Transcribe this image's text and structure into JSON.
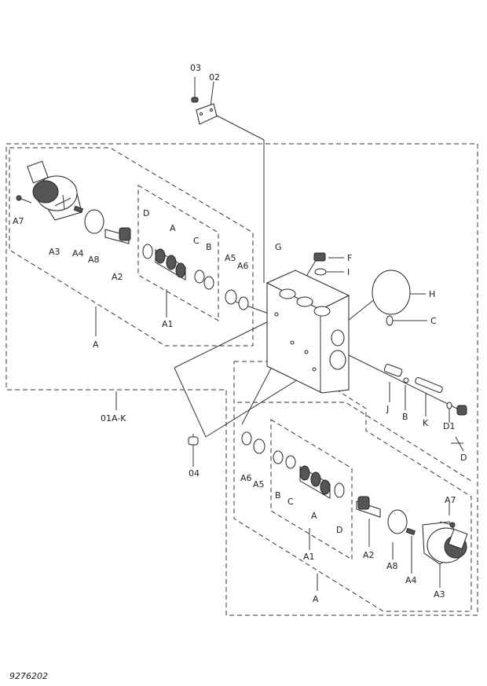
{
  "figure_number": "9276202",
  "labels": {
    "p03": "03",
    "p02": "02",
    "p01": "01A-K",
    "p04": "04",
    "top_a7": "A7",
    "top_a3": "A3",
    "top_a4": "A4",
    "top_a8": "A8",
    "top_a2": "A2",
    "top_d": "D",
    "top_a": "A",
    "top_c": "C",
    "top_b": "B",
    "top_a1": "A1",
    "top_a5": "A5",
    "top_a6": "A6",
    "top_group_a": "A",
    "g": "G",
    "f": "F",
    "i": "I",
    "h": "H",
    "c_right": "C",
    "j": "J",
    "b_right": "B",
    "k": "K",
    "d1": "D1",
    "d_right": "D",
    "bot_a6": "A6",
    "bot_a5": "A5",
    "bot_b": "B",
    "bot_c": "C",
    "bot_a": "A",
    "bot_d": "D",
    "bot_a1": "A1",
    "bot_a2": "A2",
    "bot_a8": "A8",
    "bot_a4": "A4",
    "bot_a7": "A7",
    "bot_a3": "A3",
    "bot_group_a": "A"
  }
}
